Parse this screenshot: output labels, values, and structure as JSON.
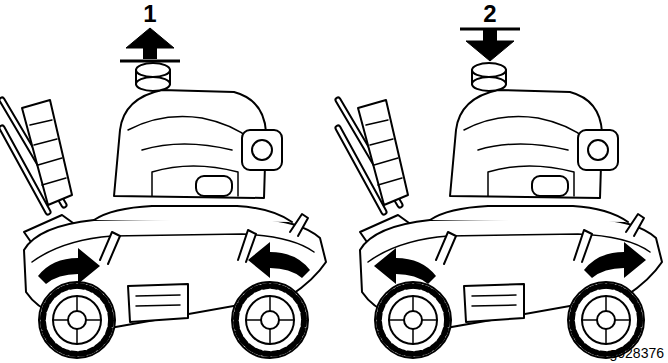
{
  "diagram": {
    "labels": [
      "1",
      "2",
      "g028376"
    ]
  }
}
